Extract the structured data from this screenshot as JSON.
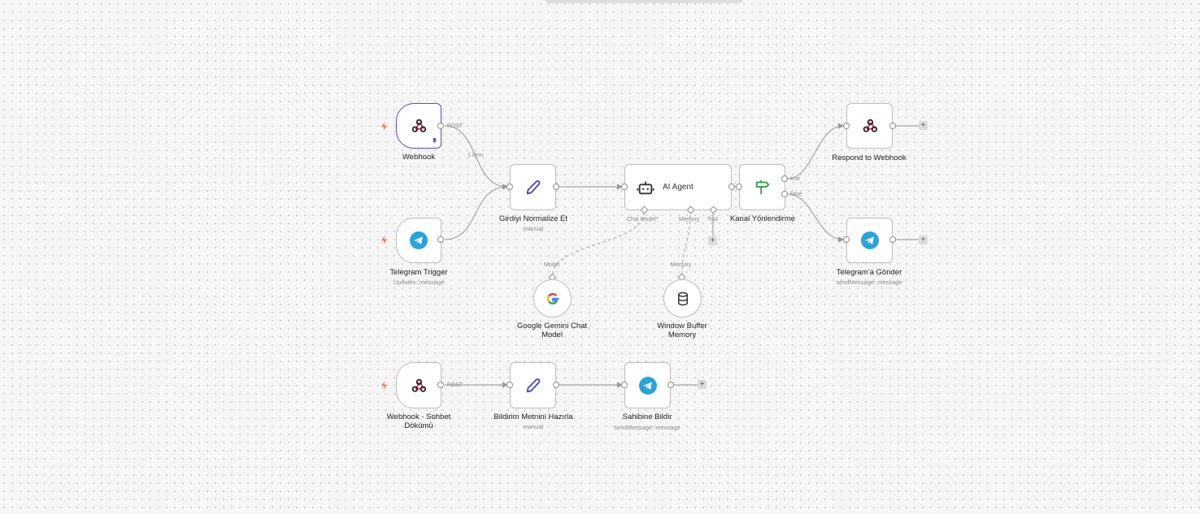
{
  "nodes": {
    "webhook": {
      "title": "Webhook",
      "icon": "webhook-icon"
    },
    "telegram_trigger": {
      "title": "Telegram Trigger",
      "subtitle": "Updates: message",
      "icon": "telegram-icon"
    },
    "girdiyi_normalize": {
      "title": "Girdiyi Normalize Et",
      "subtitle": "manual",
      "icon": "pen-icon"
    },
    "ai_agent": {
      "title": "AI Agent",
      "icon": "robot-icon"
    },
    "kanal": {
      "title": "Kanal Yönlendirme",
      "icon": "signpost-icon"
    },
    "respond": {
      "title": "Respond to Webhook",
      "icon": "webhook-icon"
    },
    "telegram_gonder": {
      "title": "Telegram'a Gönder",
      "subtitle": "sendMessage: message",
      "icon": "telegram-icon"
    },
    "gemini": {
      "title": "Google Gemini Chat Model",
      "icon": "google-icon"
    },
    "memory": {
      "title": "Window Buffer Memory",
      "icon": "database-icon"
    },
    "webhook_sohbet": {
      "title": "Webhook - Sohbet Dökümü",
      "icon": "webhook-icon"
    },
    "bildirim": {
      "title": "Bildirim Metnini Hazırla",
      "subtitle": "manual",
      "icon": "pen-icon"
    },
    "sahibine": {
      "title": "Sahibine Bildir",
      "subtitle": "sendMessage: message",
      "icon": "telegram-icon"
    }
  },
  "edge_labels": {
    "post1": "POST",
    "items": "1 item",
    "post2": "POST",
    "true": "true",
    "false": "false",
    "chat_model": "Chat Model*",
    "memory": "Memory",
    "tool": "Tool",
    "model_in": "Model",
    "memory_in": "Memory"
  },
  "add_symbol": "+",
  "colors": {
    "telegram": "#2aa3dd",
    "webhook": "#e0245e",
    "pen": "#4a46c8",
    "signpost": "#2e9e4f",
    "selected": "#5b4cc4",
    "trigger": "#ff6d5a"
  }
}
